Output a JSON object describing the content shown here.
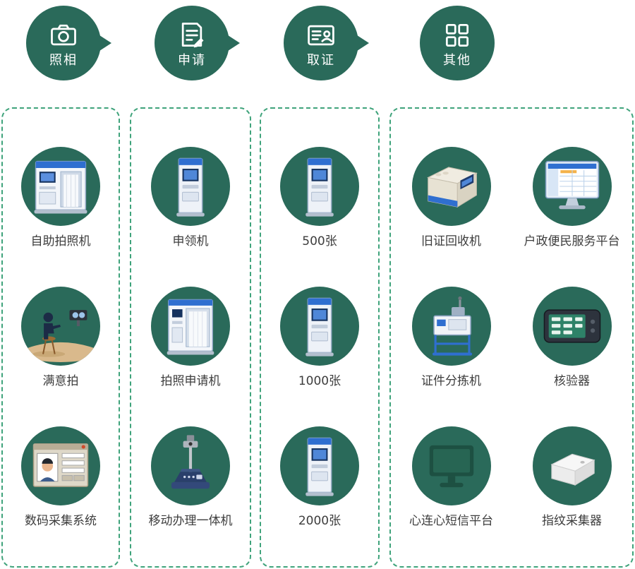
{
  "steps": [
    {
      "label": "照相",
      "icon": "camera-icon"
    },
    {
      "label": "申请",
      "icon": "application-form-icon"
    },
    {
      "label": "取证",
      "icon": "id-card-icon"
    },
    {
      "label": "其他",
      "icon": "grid-icon"
    }
  ],
  "columns": [
    {
      "step": "照相",
      "items": [
        {
          "label": "自助拍照机",
          "icon": "photo-booth-illustration"
        },
        {
          "label": "满意拍",
          "icon": "seated-person-camera-illustration"
        },
        {
          "label": "数码采集系统",
          "icon": "photo-capture-software-illustration"
        }
      ]
    },
    {
      "step": "申请",
      "items": [
        {
          "label": "申领机",
          "icon": "card-kiosk-illustration"
        },
        {
          "label": "拍照申请机",
          "icon": "photo-apply-booth-illustration"
        },
        {
          "label": "移动办理一体机",
          "icon": "mobile-all-in-one-illustration"
        }
      ]
    },
    {
      "step": "取证",
      "items": [
        {
          "label": "500张",
          "icon": "card-kiosk-illustration"
        },
        {
          "label": "1000张",
          "icon": "card-kiosk-illustration"
        },
        {
          "label": "2000张",
          "icon": "card-kiosk-illustration"
        }
      ]
    },
    {
      "step": "其他",
      "items": [
        {
          "label": "旧证回收机",
          "icon": "recycle-machine-illustration"
        },
        {
          "label": "户政便民服务平台",
          "icon": "desktop-monitor-illustration"
        },
        {
          "label": "证件分拣机",
          "icon": "card-sorting-machine-illustration"
        },
        {
          "label": "核验器",
          "icon": "verifier-tablet-illustration"
        },
        {
          "label": "心连心短信平台",
          "icon": "sms-monitor-illustration"
        },
        {
          "label": "指纹采集器",
          "icon": "fingerprint-scanner-illustration"
        }
      ]
    }
  ],
  "colors": {
    "step_circle": "#2A6A5A",
    "item_circle": "#2A6A5A",
    "dashed_border": "#3FA37B",
    "label_text": "#3D3D3D",
    "arrow": "#2A6A5A"
  }
}
